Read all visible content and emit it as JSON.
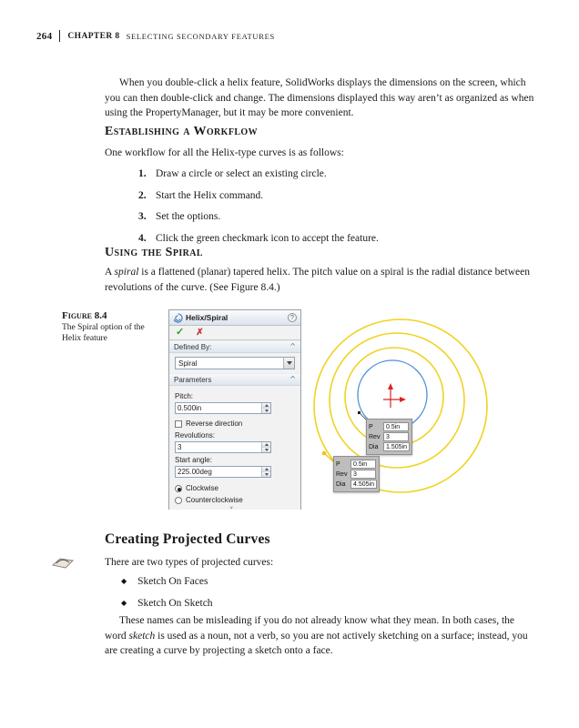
{
  "header": {
    "page_number": "264",
    "chapter": "CHAPTER 8",
    "chapter_title": "SELECTING SECONDARY FEATURES"
  },
  "intro_paragraph": "When you double-click a helix feature, SolidWorks displays the dimensions on the screen, which you can then double-click and change. The dimensions displayed this way aren’t as organized as when using the PropertyManager, but it may be more convenient.",
  "workflow": {
    "heading": "Establishing a Workflow",
    "lead": "One workflow for all the Helix-type curves is as follows:",
    "steps": [
      {
        "num": "1.",
        "text": "Draw a circle or select an existing circle."
      },
      {
        "num": "2.",
        "text": "Start the Helix command."
      },
      {
        "num": "3.",
        "text": "Set the options."
      },
      {
        "num": "4.",
        "text": "Click the green checkmark icon to accept the feature."
      }
    ]
  },
  "spiral": {
    "heading": "Using the Spiral",
    "p_before": "A ",
    "p_italic": "spiral",
    "p_after": " is a flattened (planar) tapered helix. The pitch value on a spiral is the radial distance between revolutions of the curve. (See Figure 8.4.)"
  },
  "figure": {
    "label": "Figure 8.4",
    "caption": "The Spiral option of the Helix feature"
  },
  "panel": {
    "title": "Helix/Spiral",
    "defined_by_label": "Defined By:",
    "defined_by_value": "Spiral",
    "parameters_label": "Parameters",
    "pitch_label": "Pitch:",
    "pitch_value": "0.500in",
    "reverse_label": "Reverse direction",
    "revolutions_label": "Revolutions:",
    "revolutions_value": "3",
    "start_angle_label": "Start angle:",
    "start_angle_value": "225.00deg",
    "clockwise_label": "Clockwise",
    "counterclockwise_label": "Counterclockwise"
  },
  "callouts": [
    {
      "rows": [
        {
          "label": "P",
          "value": "0.5in"
        },
        {
          "label": "Rev",
          "value": "3"
        },
        {
          "label": "Dia",
          "value": "1.505in"
        }
      ]
    },
    {
      "rows": [
        {
          "label": "P",
          "value": "0.5in"
        },
        {
          "label": "Rev",
          "value": "3"
        },
        {
          "label": "Dia",
          "value": "4.505in"
        }
      ]
    }
  ],
  "projected": {
    "heading": "Creating Projected Curves",
    "lead": "There are two types of projected curves:",
    "bullets": [
      "Sketch On Faces",
      "Sketch On Sketch"
    ],
    "close_before": "These names can be misleading if you do not already know what they mean. In both cases, the word ",
    "close_italic": "sketch",
    "close_after": " is used as a noun, not a verb, so you are not actively sketching on a surface; instead, you are creating a curve by projecting a sketch onto a face."
  },
  "icons": {
    "help": "?",
    "accept": "✓",
    "cancel": "✗",
    "collapse": "^",
    "panel_collapse": "˅",
    "bullet": "◆"
  }
}
